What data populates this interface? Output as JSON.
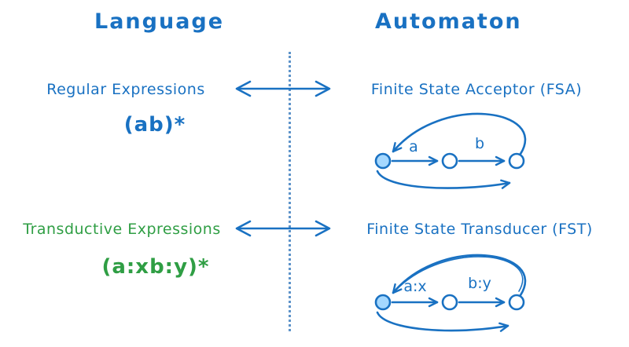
{
  "colors": {
    "blue": "#1971c2",
    "green": "#2f9e44",
    "state_fill": "#a5d8ff"
  },
  "header": {
    "left": "Language",
    "right": "Automaton"
  },
  "rows": [
    {
      "language_label": "Regular Expressions",
      "language_example": "(ab)*",
      "automaton_label": "Finite State Acceptor (FSA)",
      "transitions": [
        "a",
        "b"
      ]
    },
    {
      "language_label": "Transductive Expressions",
      "language_example": "(a:xb:y)*",
      "automaton_label": "Finite State Transducer (FST)",
      "transitions": [
        "a:x",
        "b:y"
      ]
    }
  ]
}
